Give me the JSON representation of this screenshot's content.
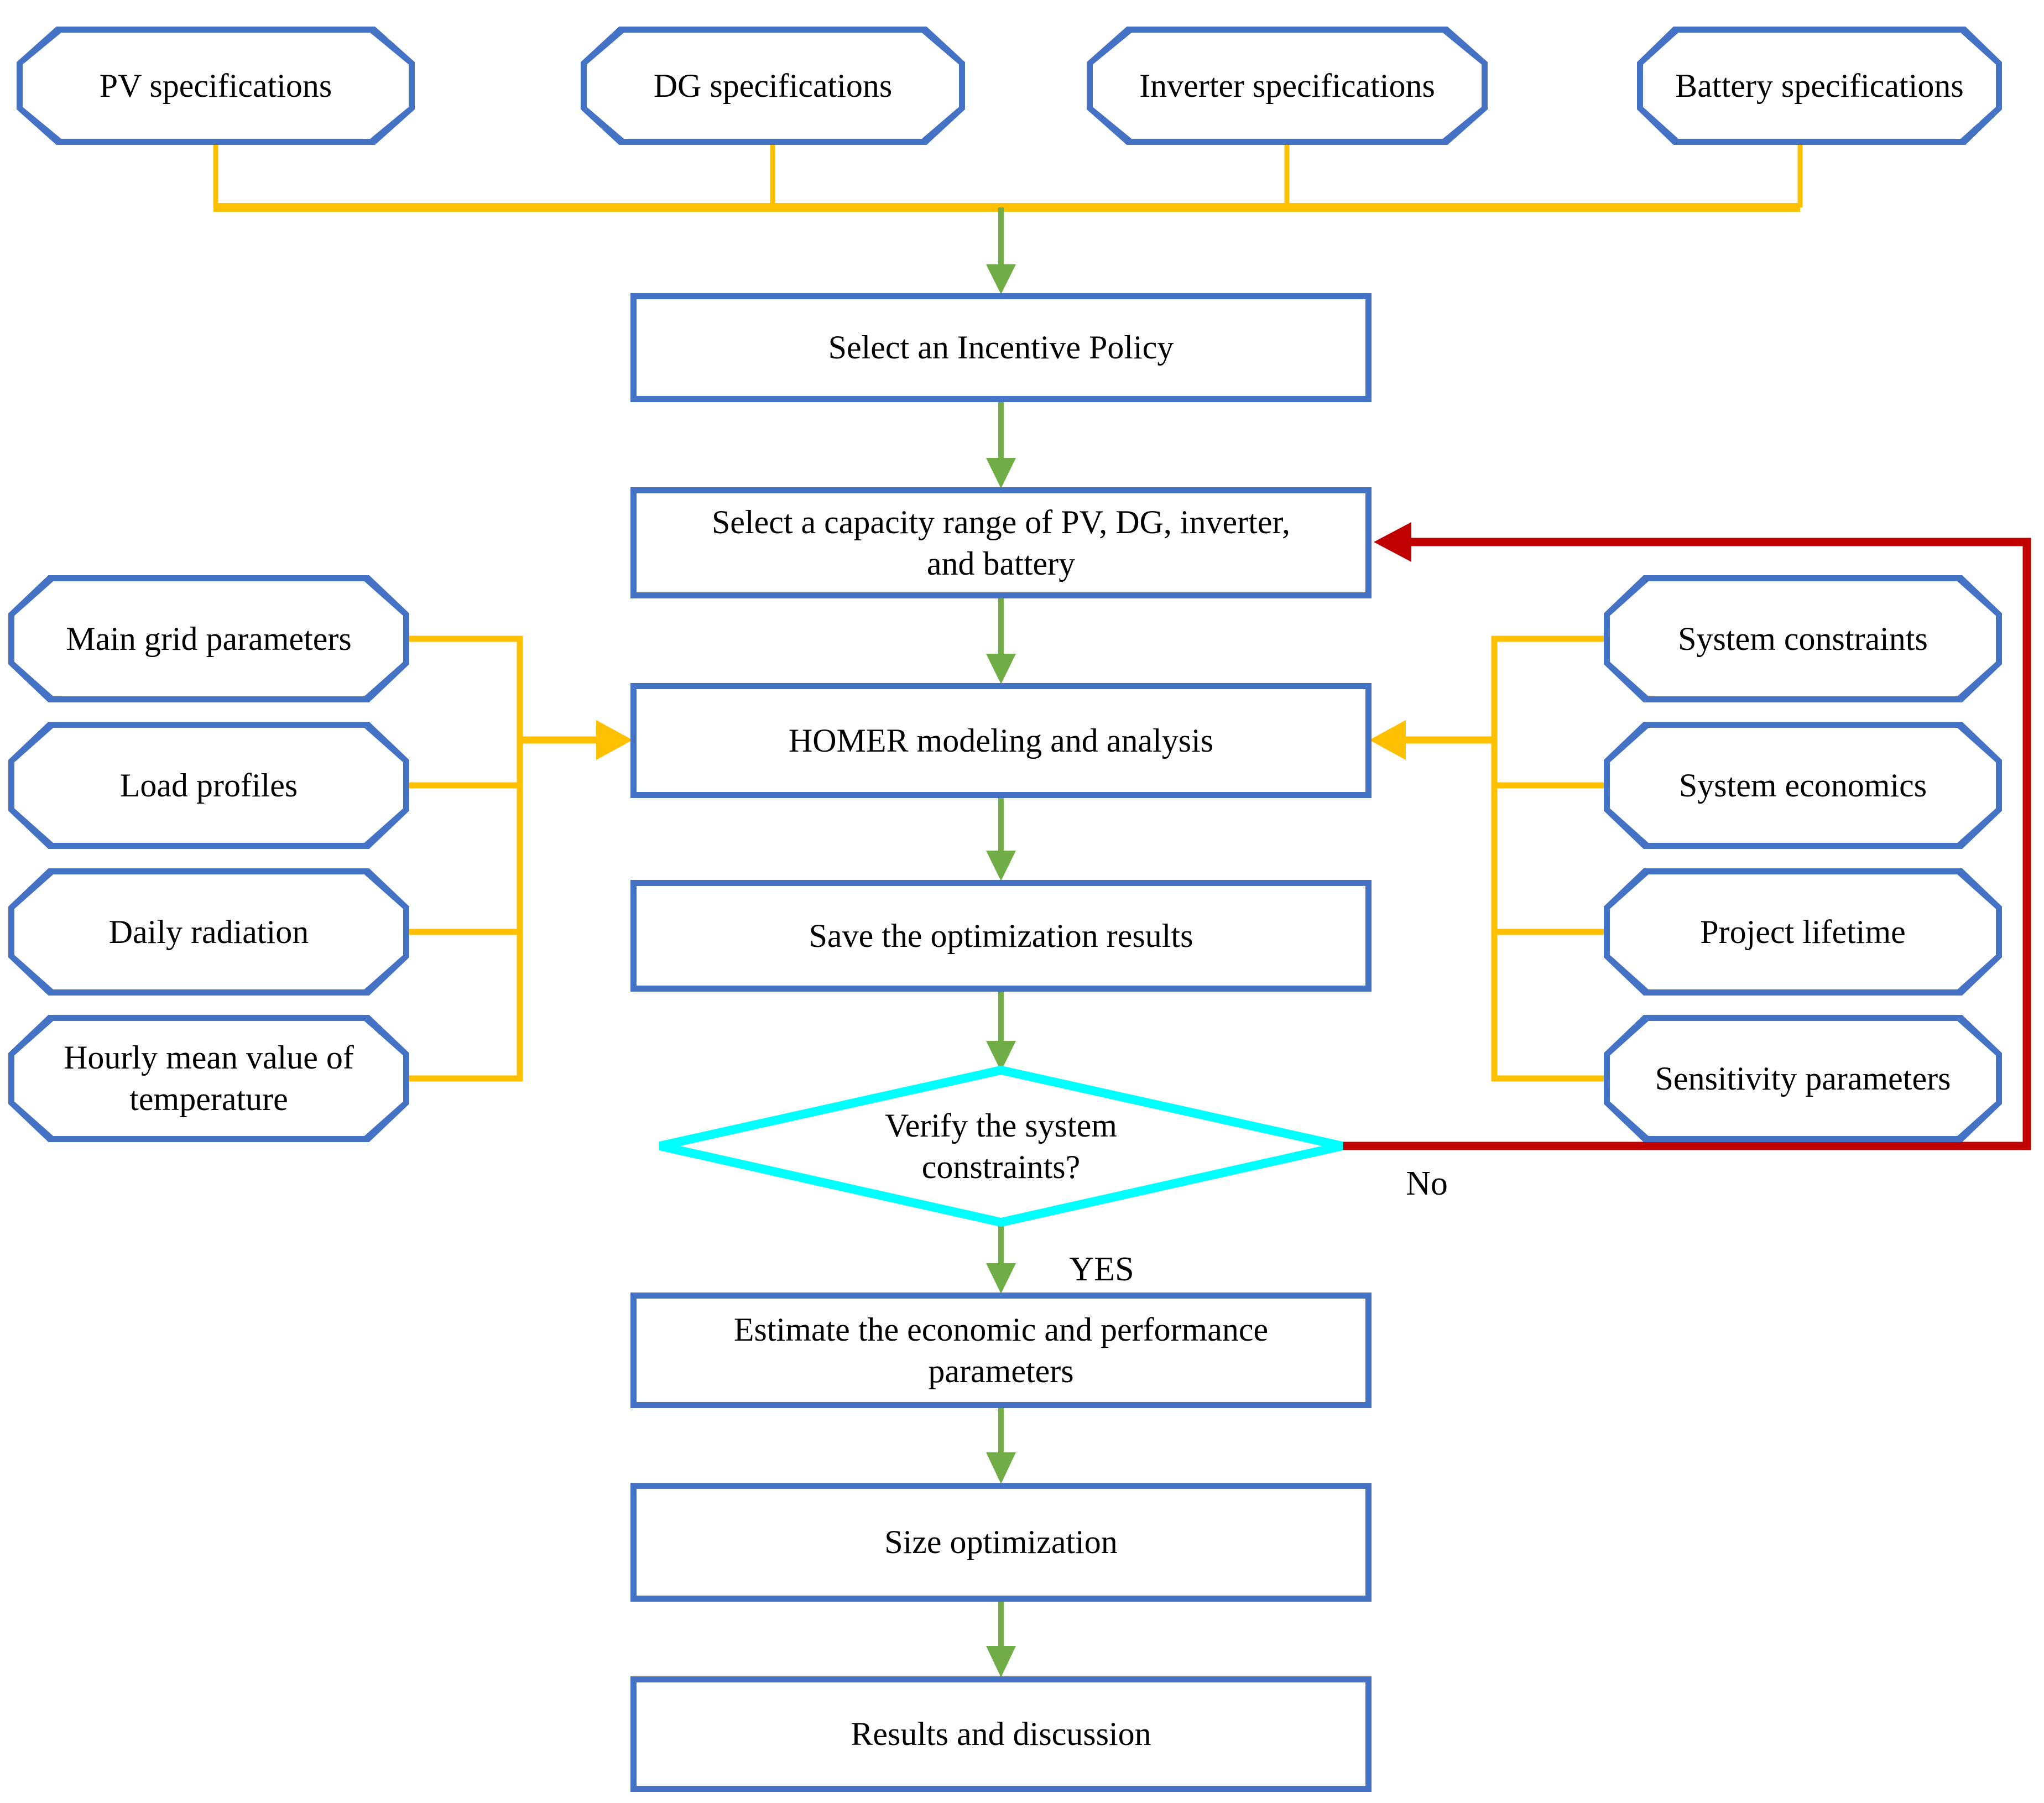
{
  "colors": {
    "node_border": "#4472C4",
    "input_connector": "#FFC000",
    "flow_arrow": "#70AD47",
    "feedback_arrow": "#C00000",
    "decision_border": "#00FFFF",
    "text": "#000000",
    "background": "#FFFFFF"
  },
  "top_inputs": [
    {
      "label": "PV specifications"
    },
    {
      "label": "DG specifications"
    },
    {
      "label": "Inverter specifications"
    },
    {
      "label": "Battery specifications"
    }
  ],
  "left_inputs": [
    {
      "label": "Main grid parameters"
    },
    {
      "label": "Load profiles"
    },
    {
      "label": "Daily radiation"
    },
    {
      "label": "Hourly mean value of\ntemperature"
    }
  ],
  "right_inputs": [
    {
      "label": "System constraints"
    },
    {
      "label": "System economics"
    },
    {
      "label": "Project lifetime"
    },
    {
      "label": "Sensitivity parameters"
    }
  ],
  "steps": [
    {
      "label": "Select an Incentive Policy"
    },
    {
      "label": "Select a capacity range of PV, DG, inverter,\nand battery"
    },
    {
      "label": "HOMER modeling and analysis"
    },
    {
      "label": "Save the optimization results"
    },
    {
      "label": "Estimate the economic and performance\nparameters"
    },
    {
      "label": "Size optimization"
    },
    {
      "label": "Results and discussion"
    }
  ],
  "decision": {
    "label": "Verify the system\nconstraints?",
    "yes_label": "YES",
    "no_label": "No"
  }
}
